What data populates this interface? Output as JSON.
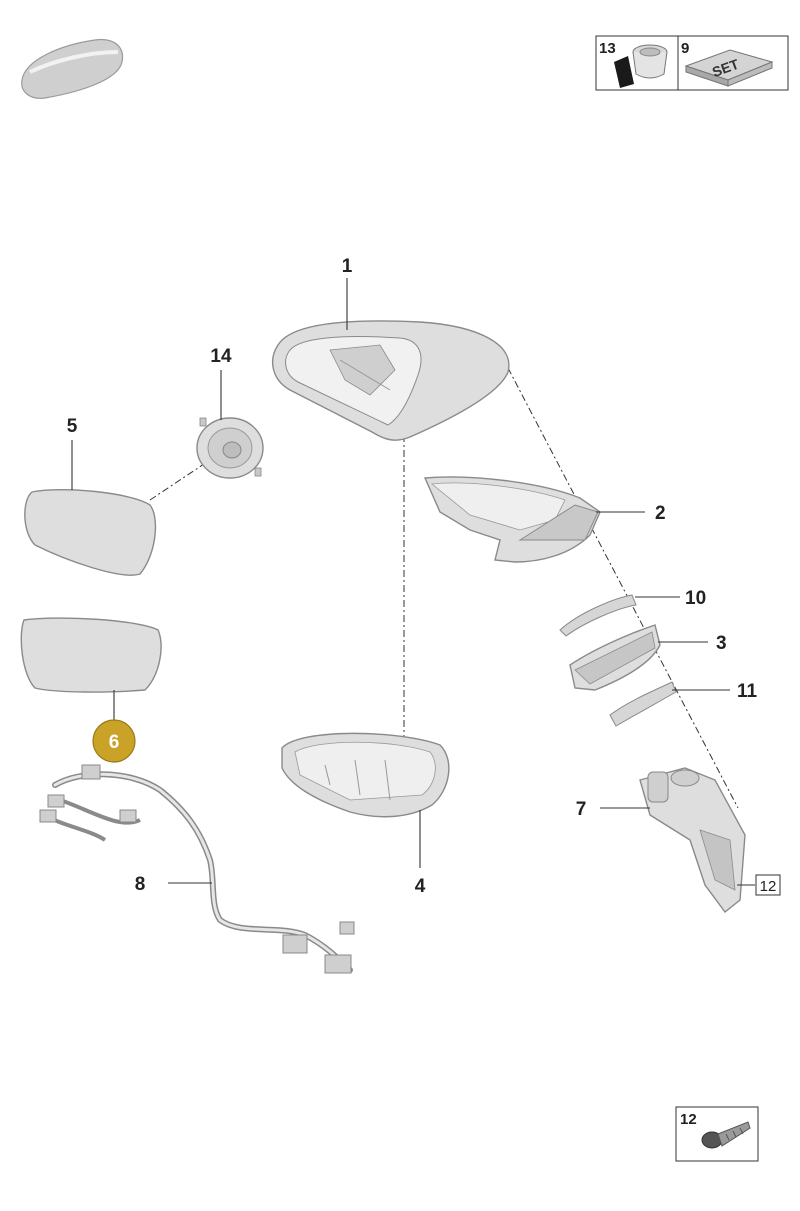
{
  "header_legend": {
    "seal_number": "13",
    "set_number": "9",
    "set_text": "SET"
  },
  "callouts": {
    "p1": "1",
    "p2": "2",
    "p3": "3",
    "p4": "4",
    "p5": "5",
    "p6": "6",
    "p7": "7",
    "p8": "8",
    "p10": "10",
    "p11": "11",
    "p12": "12",
    "p14": "14"
  },
  "footer_legend": {
    "screw_number": "12"
  },
  "colors": {
    "highlight": "#c9a227",
    "part_fill": "#dedede",
    "line": "#333333"
  }
}
